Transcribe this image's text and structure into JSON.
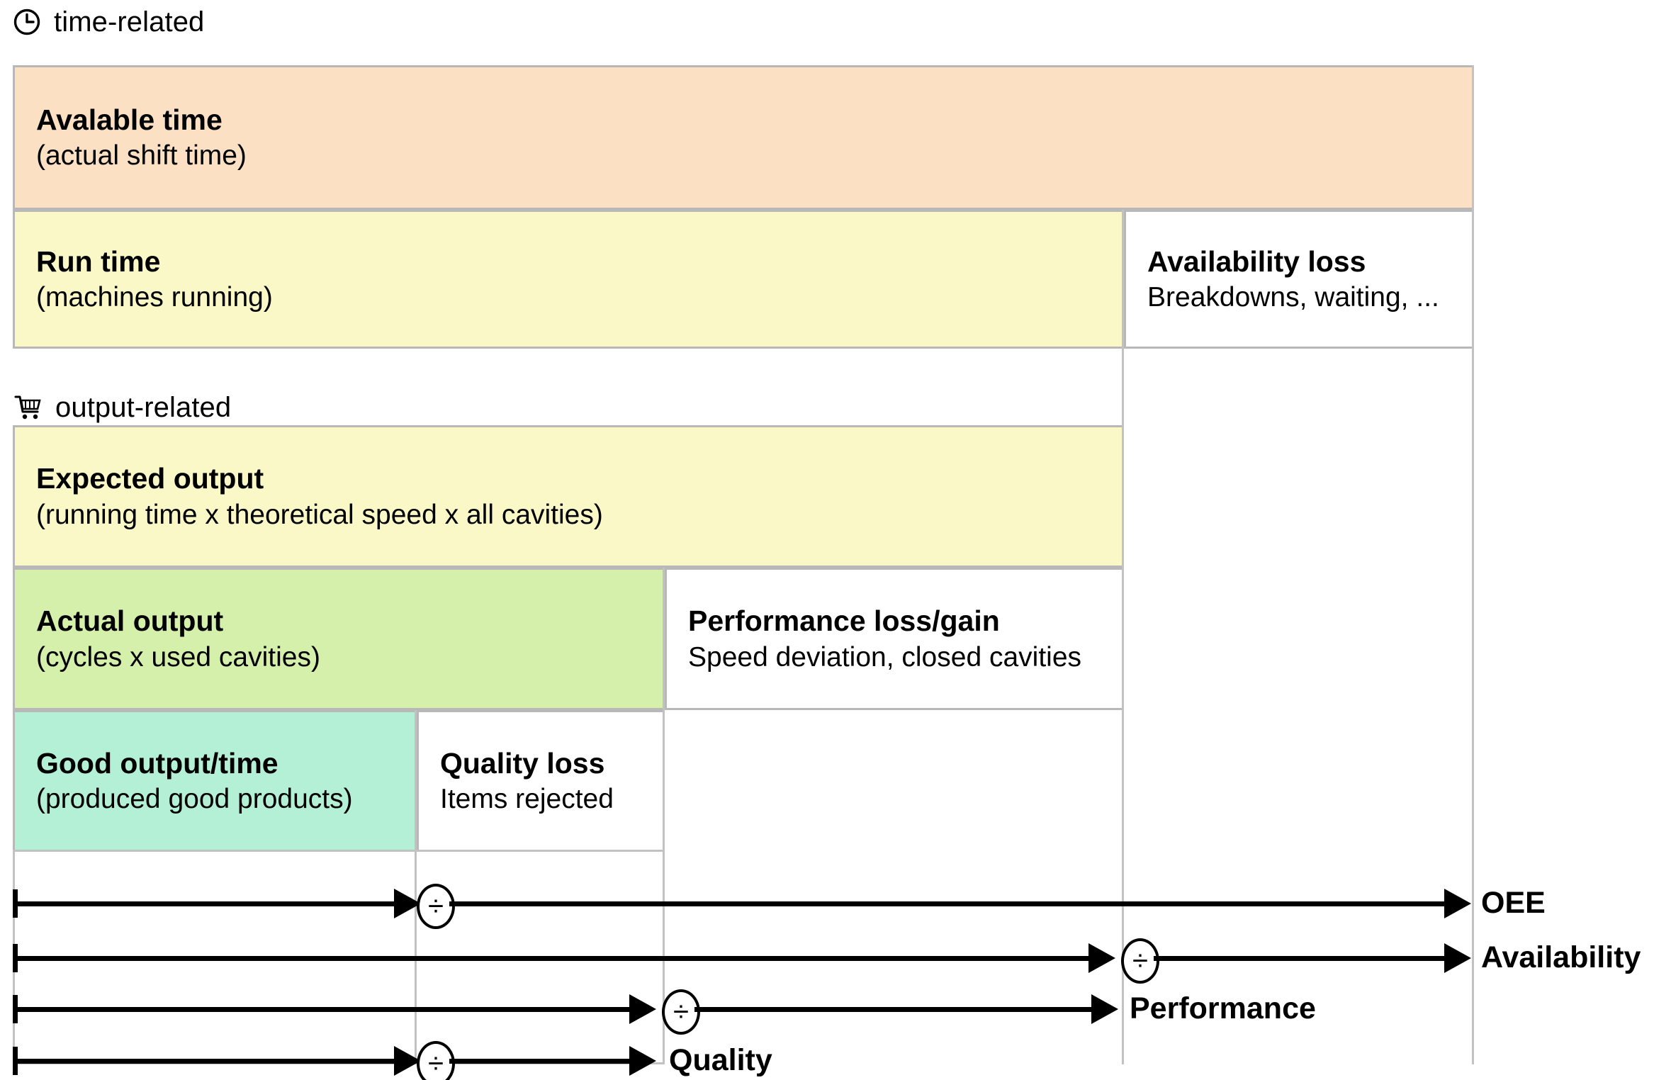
{
  "sections": [
    {
      "icon": "clock-icon",
      "label": "time-related"
    },
    {
      "icon": "shopping-cart-icon",
      "label": "output-related"
    }
  ],
  "boxes": {
    "available_time": {
      "title": "Avalable time",
      "sub": "(actual shift time)"
    },
    "run_time": {
      "title": "Run time",
      "sub": "(machines running)"
    },
    "availability_loss": {
      "title": "Availability loss",
      "sub": "Breakdowns, waiting, ..."
    },
    "expected_output": {
      "title": "Expected output",
      "sub": "(running time x theoretical speed x all cavities)"
    },
    "actual_output": {
      "title": "Actual output",
      "sub": "(cycles x used cavities)"
    },
    "performance_loss": {
      "title": "Performance loss/gain",
      "sub": "Speed deviation, closed cavities"
    },
    "good_output": {
      "title": "Good output/time",
      "sub": "(produced good products)"
    },
    "quality_loss": {
      "title": "Quality loss",
      "sub": "Items rejected"
    }
  },
  "metrics": {
    "oee": "OEE",
    "availability": "Availability",
    "performance": "Performance",
    "quality": "Quality",
    "divide_symbol": "÷"
  },
  "colors": {
    "peach": "#fbe0c4",
    "yellow": "#fbf8c8",
    "green": "#d4f0aa",
    "mint": "#b3f0d6",
    "white": "#ffffff",
    "border": "#b8b8b8",
    "grid": "#c2c2c2",
    "ink": "#000000"
  }
}
